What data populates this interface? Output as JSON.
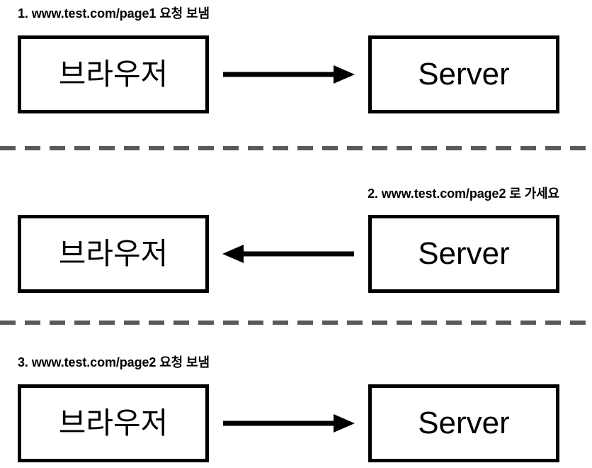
{
  "diagram": {
    "type": "http-redirect-flow",
    "colors": {
      "stroke": "#000000",
      "divider": "#595959",
      "background": "#ffffff"
    },
    "steps": [
      {
        "number": "1",
        "label": "1. www.test.com/page1 요청 보냄",
        "label_align": "left",
        "source": "브라우저",
        "target": "Server",
        "arrow_direction": "right",
        "left_node": "브라우저",
        "right_node": "Server"
      },
      {
        "number": "2",
        "label": "2. www.test.com/page2 로 가세요",
        "label_align": "right",
        "source": "Server",
        "target": "브라우저",
        "arrow_direction": "left",
        "left_node": "브라우저",
        "right_node": "Server"
      },
      {
        "number": "3",
        "label": "3. www.test.com/page2 요청 보냄",
        "label_align": "left",
        "source": "브라우저",
        "target": "Server",
        "arrow_direction": "right",
        "left_node": "브라우저",
        "right_node": "Server"
      }
    ]
  }
}
